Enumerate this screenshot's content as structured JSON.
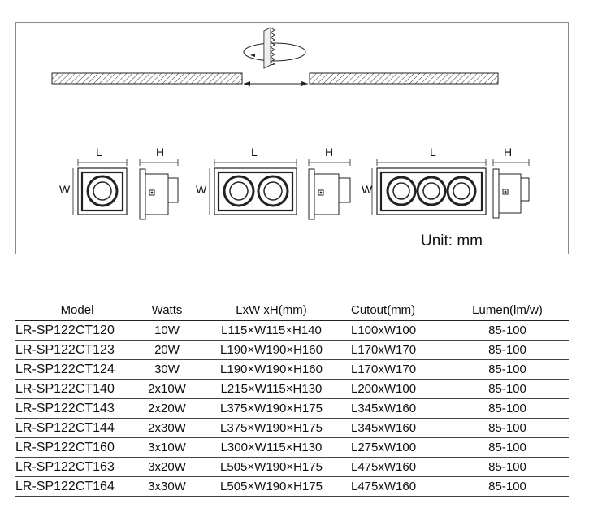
{
  "diagram": {
    "unit_label": "Unit: mm",
    "units": [
      {
        "length_label": "L",
        "width_label": "W",
        "height_label": "H"
      },
      {
        "length_label": "L",
        "width_label": "W",
        "height_label": "H"
      },
      {
        "length_label": "L",
        "width_label": "W",
        "height_label": "H"
      }
    ]
  },
  "table": {
    "headers": [
      "Model",
      "Watts",
      "LxW xH(mm)",
      "Cutout(mm)",
      "Lumen(lm/w)"
    ],
    "rows": [
      [
        "LR-SP122CT120",
        "10W",
        "L115×W115×H140",
        "L100xW100",
        "85-100"
      ],
      [
        "LR-SP122CT123",
        "20W",
        "L190×W190×H160",
        "L170xW170",
        "85-100"
      ],
      [
        "LR-SP122CT124",
        "30W",
        "L190×W190×H160",
        "L170xW170",
        "85-100"
      ],
      [
        "LR-SP122CT140",
        "2x10W",
        "L215×W115×H130",
        "L200xW100",
        "85-100"
      ],
      [
        "LR-SP122CT143",
        "2x20W",
        "L375×W190×H175",
        "L345xW160",
        "85-100"
      ],
      [
        "LR-SP122CT144",
        "2x30W",
        "L375×W190×H175",
        "L345xW160",
        "85-100"
      ],
      [
        "LR-SP122CT160",
        "3x10W",
        "L300×W115×H130",
        "L275xW100",
        "85-100"
      ],
      [
        "LR-SP122CT163",
        "3x20W",
        "L505×W190×H175",
        "L475xW160",
        "85-100"
      ],
      [
        "LR-SP122CT164",
        "3x30W",
        "L505×W190×H175",
        "L475xW160",
        "85-100"
      ]
    ]
  }
}
